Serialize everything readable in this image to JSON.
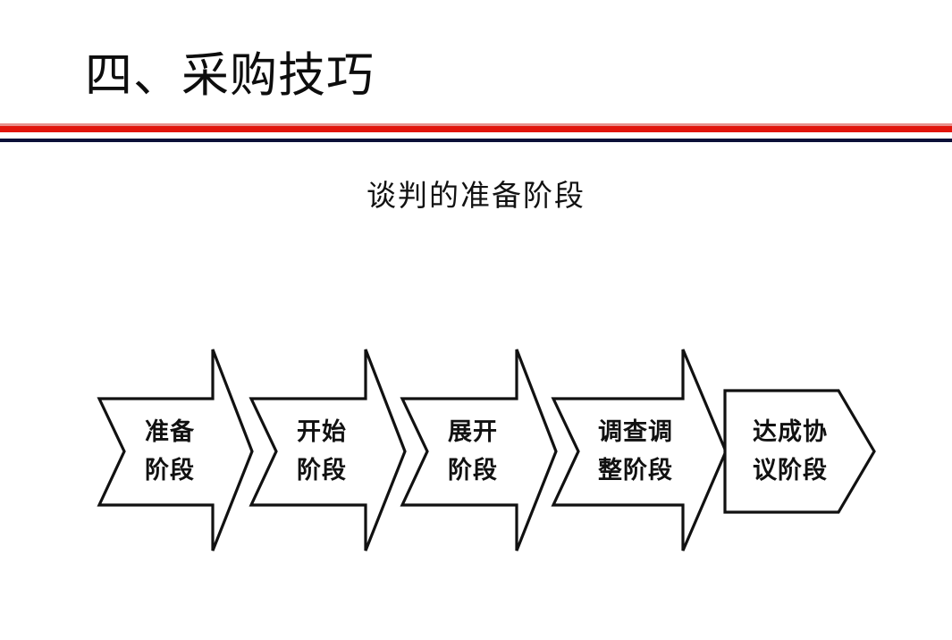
{
  "slide": {
    "title": "四、采购技巧",
    "subtitle": "谈判的准备阶段"
  },
  "divider": {
    "red_light": "#e8918c",
    "red_main": "#e2150c",
    "navy": "#0b1038"
  },
  "diagram": {
    "type": "process-flow",
    "orientation": "left-to-right",
    "shape_style": "chevron-arrows-with-terminal-pentagon",
    "stroke_color": "#111111",
    "fill_color": "#ffffff",
    "steps": [
      {
        "index": 1,
        "shape": "chevron-arrow",
        "line1": "准备",
        "line2": "阶段"
      },
      {
        "index": 2,
        "shape": "chevron-arrow",
        "line1": "开始",
        "line2": "阶段"
      },
      {
        "index": 3,
        "shape": "chevron-arrow",
        "line1": "展开",
        "line2": "阶段"
      },
      {
        "index": 4,
        "shape": "chevron-arrow",
        "line1": "调查调",
        "line2": "整阶段"
      },
      {
        "index": 5,
        "shape": "pentagon-terminal",
        "line1": "达成协",
        "line2": "议阶段"
      }
    ]
  }
}
